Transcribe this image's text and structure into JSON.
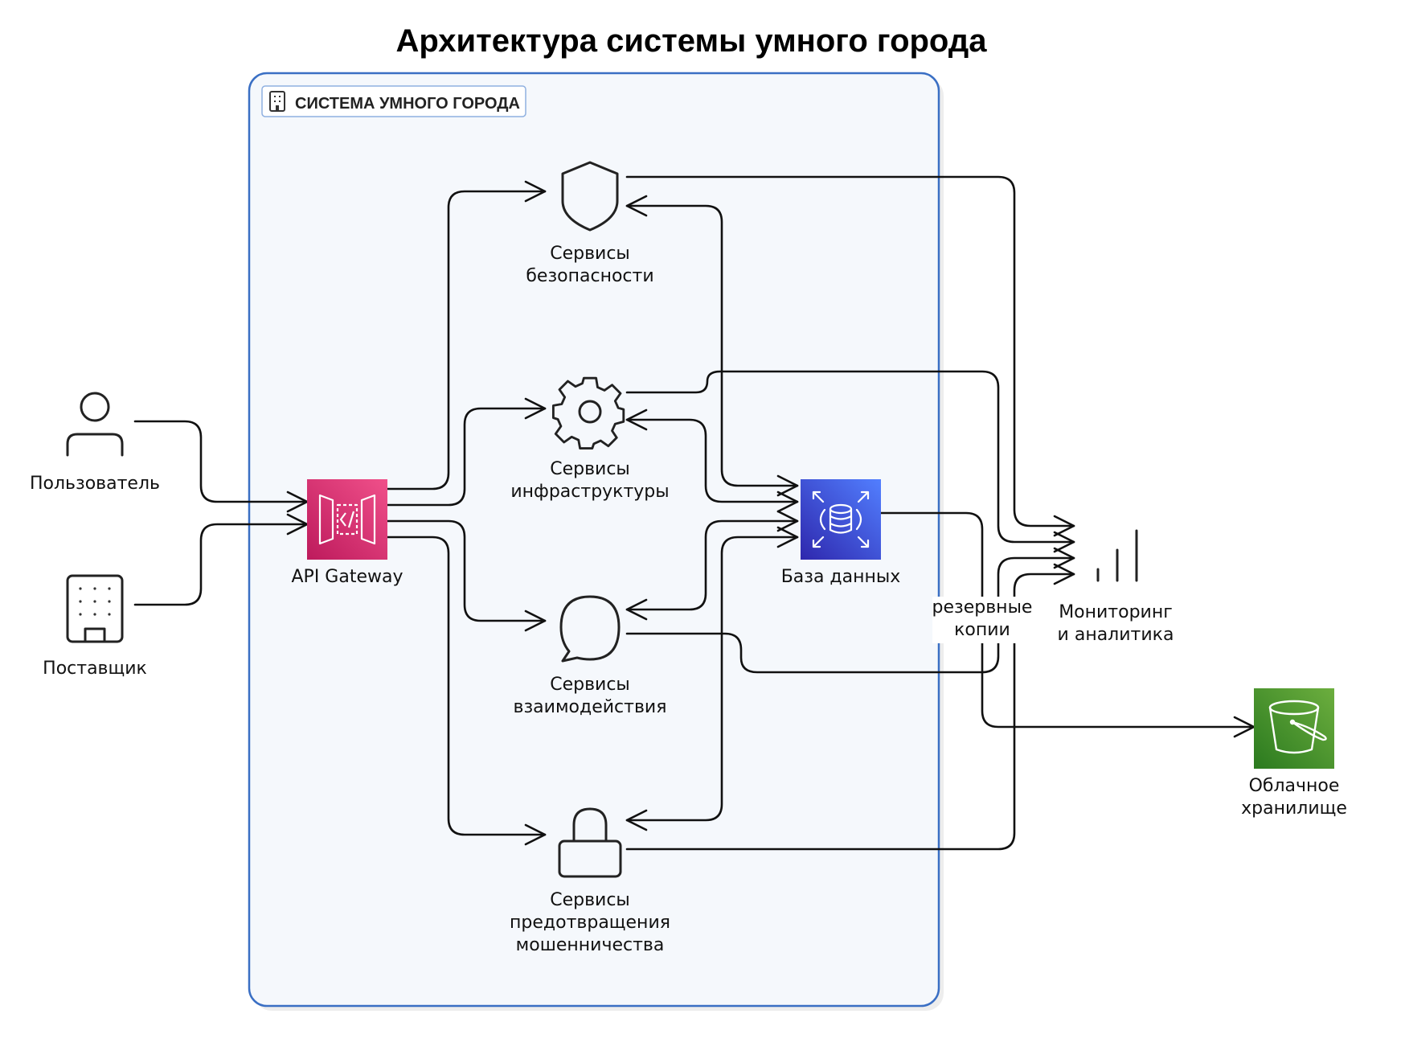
{
  "title": "Архитектура системы умного города",
  "group": {
    "label": "СИСТЕМА УМНОГО ГОРОДА",
    "icon": "building-icon"
  },
  "nodes": {
    "user": {
      "lines": [
        "Пользователь"
      ],
      "icon": "user-icon"
    },
    "supplier": {
      "lines": [
        "Поставщик"
      ],
      "icon": "office-building-icon"
    },
    "api_gateway": {
      "lines": [
        "API Gateway"
      ],
      "icon": "api-gateway-icon",
      "color": "#d6246a"
    },
    "security": {
      "lines": [
        "Сервисы",
        "безопасности"
      ],
      "icon": "shield-icon"
    },
    "infrastructure": {
      "lines": [
        "Сервисы",
        "инфраструктуры"
      ],
      "icon": "gear-icon"
    },
    "interaction": {
      "lines": [
        "Сервисы",
        "взаимодействия"
      ],
      "icon": "chat-bubble-icon"
    },
    "fraud": {
      "lines": [
        "Сервисы",
        "предотвращения",
        "мошенничества"
      ],
      "icon": "lock-icon"
    },
    "database": {
      "lines": [
        "База данных"
      ],
      "icon": "database-icon",
      "color": "#3b48cc"
    },
    "monitoring": {
      "lines": [
        "Мониторинг",
        "и аналитика"
      ],
      "icon": "bar-chart-icon"
    },
    "storage": {
      "lines": [
        "Облачное",
        "хранилище"
      ],
      "icon": "bucket-icon",
      "color": "#3f8624"
    }
  },
  "edge_labels": {
    "backup": [
      "резервные",
      "копии"
    ]
  },
  "colors": {
    "group_border": "#3a6fc4",
    "group_fill": "#f5f8fc",
    "api_gateway": "#d6246a",
    "database": "#3b48cc",
    "storage": "#3f8624"
  }
}
